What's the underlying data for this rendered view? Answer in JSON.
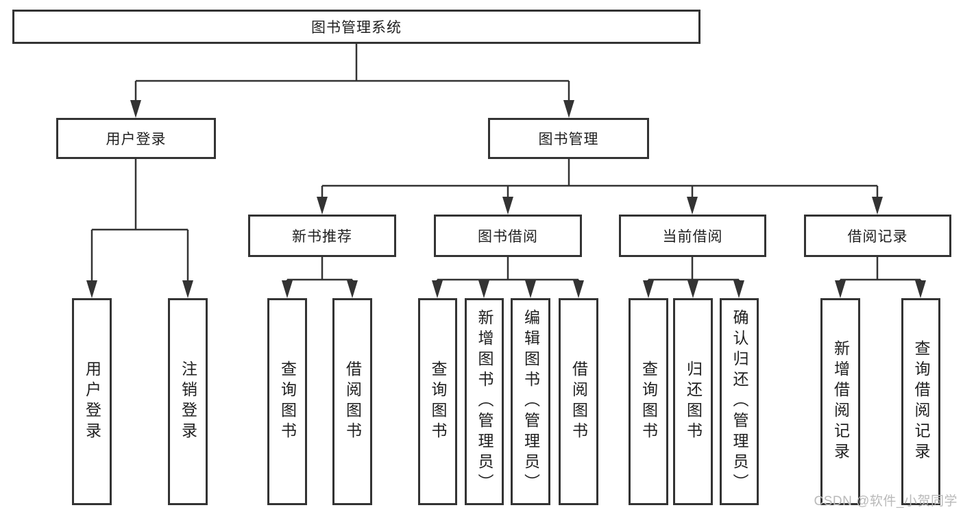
{
  "diagram": {
    "root": {
      "label": "图书管理系统"
    },
    "branches": [
      {
        "label": "用户登录",
        "children": [
          {
            "label": "用户登录"
          },
          {
            "label": "注销登录"
          }
        ]
      },
      {
        "label": "图书管理",
        "children": [
          {
            "label": "新书推荐",
            "children": [
              {
                "label": "查询图书"
              },
              {
                "label": "借阅图书"
              }
            ]
          },
          {
            "label": "图书借阅",
            "children": [
              {
                "label": "查询图书"
              },
              {
                "label": "新增图书（管理员）"
              },
              {
                "label": "编辑图书（管理员）"
              },
              {
                "label": "借阅图书"
              }
            ]
          },
          {
            "label": "当前借阅",
            "children": [
              {
                "label": "查询图书"
              },
              {
                "label": "归还图书"
              },
              {
                "label": "确认归还（管理员）"
              }
            ]
          },
          {
            "label": "借阅记录",
            "children": [
              {
                "label": "新增借阅记录"
              },
              {
                "label": "查询借阅记录"
              }
            ]
          }
        ]
      }
    ]
  },
  "watermark": {
    "text": "CSDN @软件_小贺同学"
  },
  "colors": {
    "line": "#333333",
    "border": "#333333",
    "text": "#1f1f1f",
    "background": "#ffffff",
    "watermark": "#b9b9b9"
  }
}
